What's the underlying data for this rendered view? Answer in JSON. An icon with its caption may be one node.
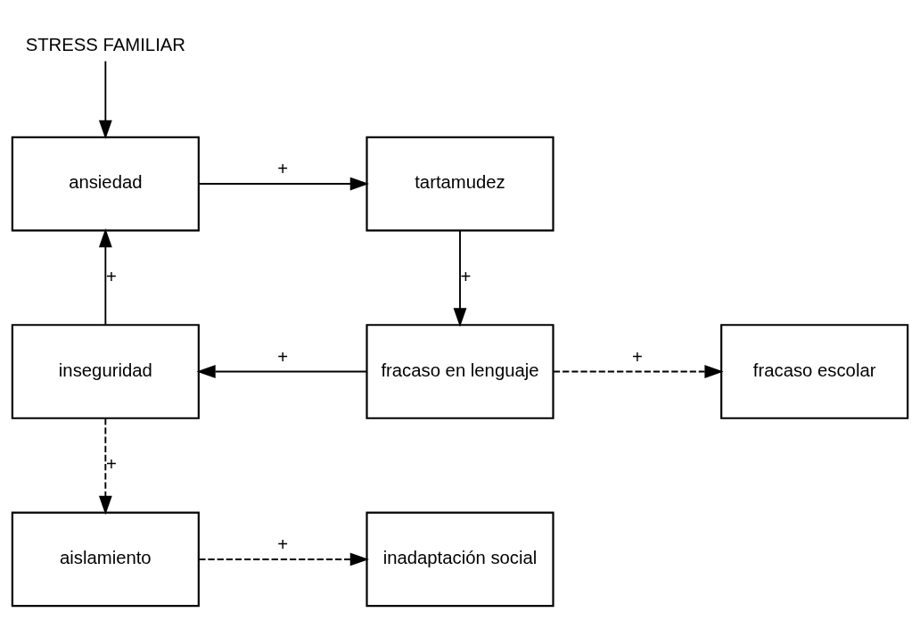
{
  "diagram": {
    "nodes": [
      {
        "text": [
          "STRESS FAMILIAR"
        ]
      },
      {
        "text": [
          "ansiedad"
        ]
      },
      {
        "text": [
          "tartamudez"
        ]
      },
      {
        "text": [
          "inseguridad"
        ]
      },
      {
        "text": [
          "fracaso en lenguaje"
        ]
      },
      {
        "text": [
          "fracaso escolar"
        ]
      },
      {
        "text": [
          "aislamiento"
        ]
      },
      {
        "text": [
          "inadaptación social"
        ]
      }
    ],
    "edges": [
      {
        "from": 0,
        "to": 1,
        "arrow": "to"
      },
      {
        "from": 1,
        "to": 2,
        "arrow": "to",
        "label": "+"
      },
      {
        "from": 2,
        "to": 4,
        "arrow": "to",
        "label": "+"
      },
      {
        "from": 4,
        "to": 3,
        "arrow": "to",
        "label": "+"
      },
      {
        "from": 4,
        "to": 5,
        "arrow": "to",
        "label": "+",
        "style": "dashed"
      },
      {
        "from": 3,
        "to": 1,
        "arrow": "to",
        "label": "+"
      },
      {
        "from": 3,
        "to": 6,
        "arrow": "to",
        "label": "+",
        "style": "dashed"
      },
      {
        "from": 6,
        "to": 7,
        "arrow": "to",
        "label": "+",
        "style": "dashed"
      }
    ]
  }
}
